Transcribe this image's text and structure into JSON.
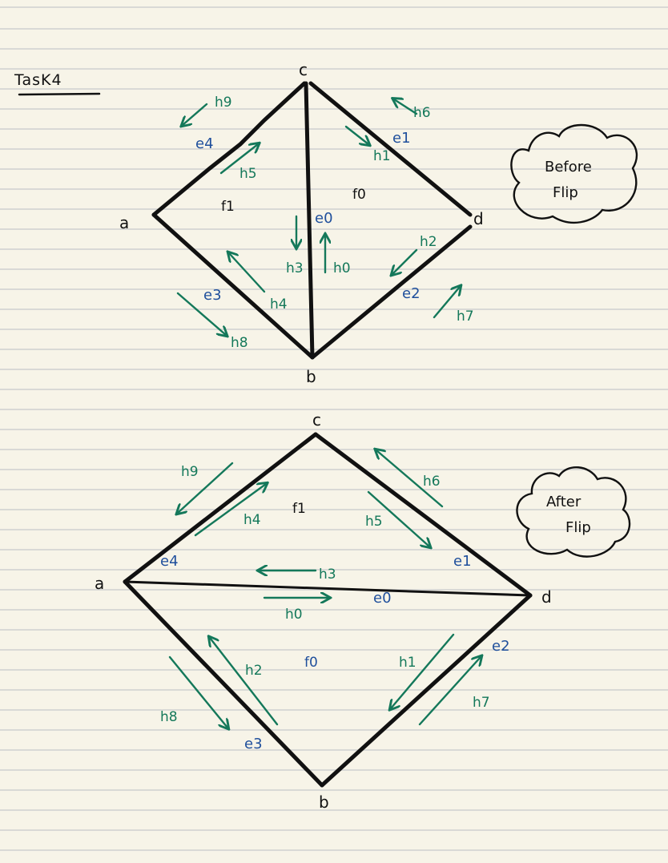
{
  "title": "TasK4",
  "before": {
    "vertices": {
      "a": "a",
      "b": "b",
      "c": "c",
      "d": "d"
    },
    "faces": {
      "f1": "f1",
      "f0": "f0"
    },
    "edges": {
      "e0": "e0",
      "e1": "e1",
      "e2": "e2",
      "e3": "e3",
      "e4": "e4"
    },
    "halfedges": {
      "h0": "h0",
      "h1": "h1",
      "h2": "h2",
      "h3": "h3",
      "h4": "h4",
      "h5": "h5",
      "h6": "h6",
      "h7": "h7",
      "h8": "h8",
      "h9": "h9"
    },
    "cloud": {
      "line1": "Before",
      "line2": "Flip"
    }
  },
  "after": {
    "vertices": {
      "a": "a",
      "b": "b",
      "c": "c",
      "d": "d"
    },
    "faces": {
      "f1": "f1",
      "f0": "f0"
    },
    "edges": {
      "e0": "e0",
      "e1": "e1",
      "e2": "e2",
      "e3": "e3",
      "e4": "e4"
    },
    "halfedges": {
      "h0": "h0",
      "h1": "h1",
      "h2": "h2",
      "h3": "h3",
      "h4": "h4",
      "h5": "h5",
      "h6": "h6",
      "h7": "h7",
      "h8": "h8",
      "h9": "h9"
    },
    "cloud": {
      "line1": "After",
      "line2": "Flip"
    }
  },
  "colors": {
    "ink": "#111111",
    "halfedge": "#14785a",
    "edge_label": "#1f4f9c",
    "paper": "#f7f4e8",
    "rule": "#d9d9d6"
  }
}
